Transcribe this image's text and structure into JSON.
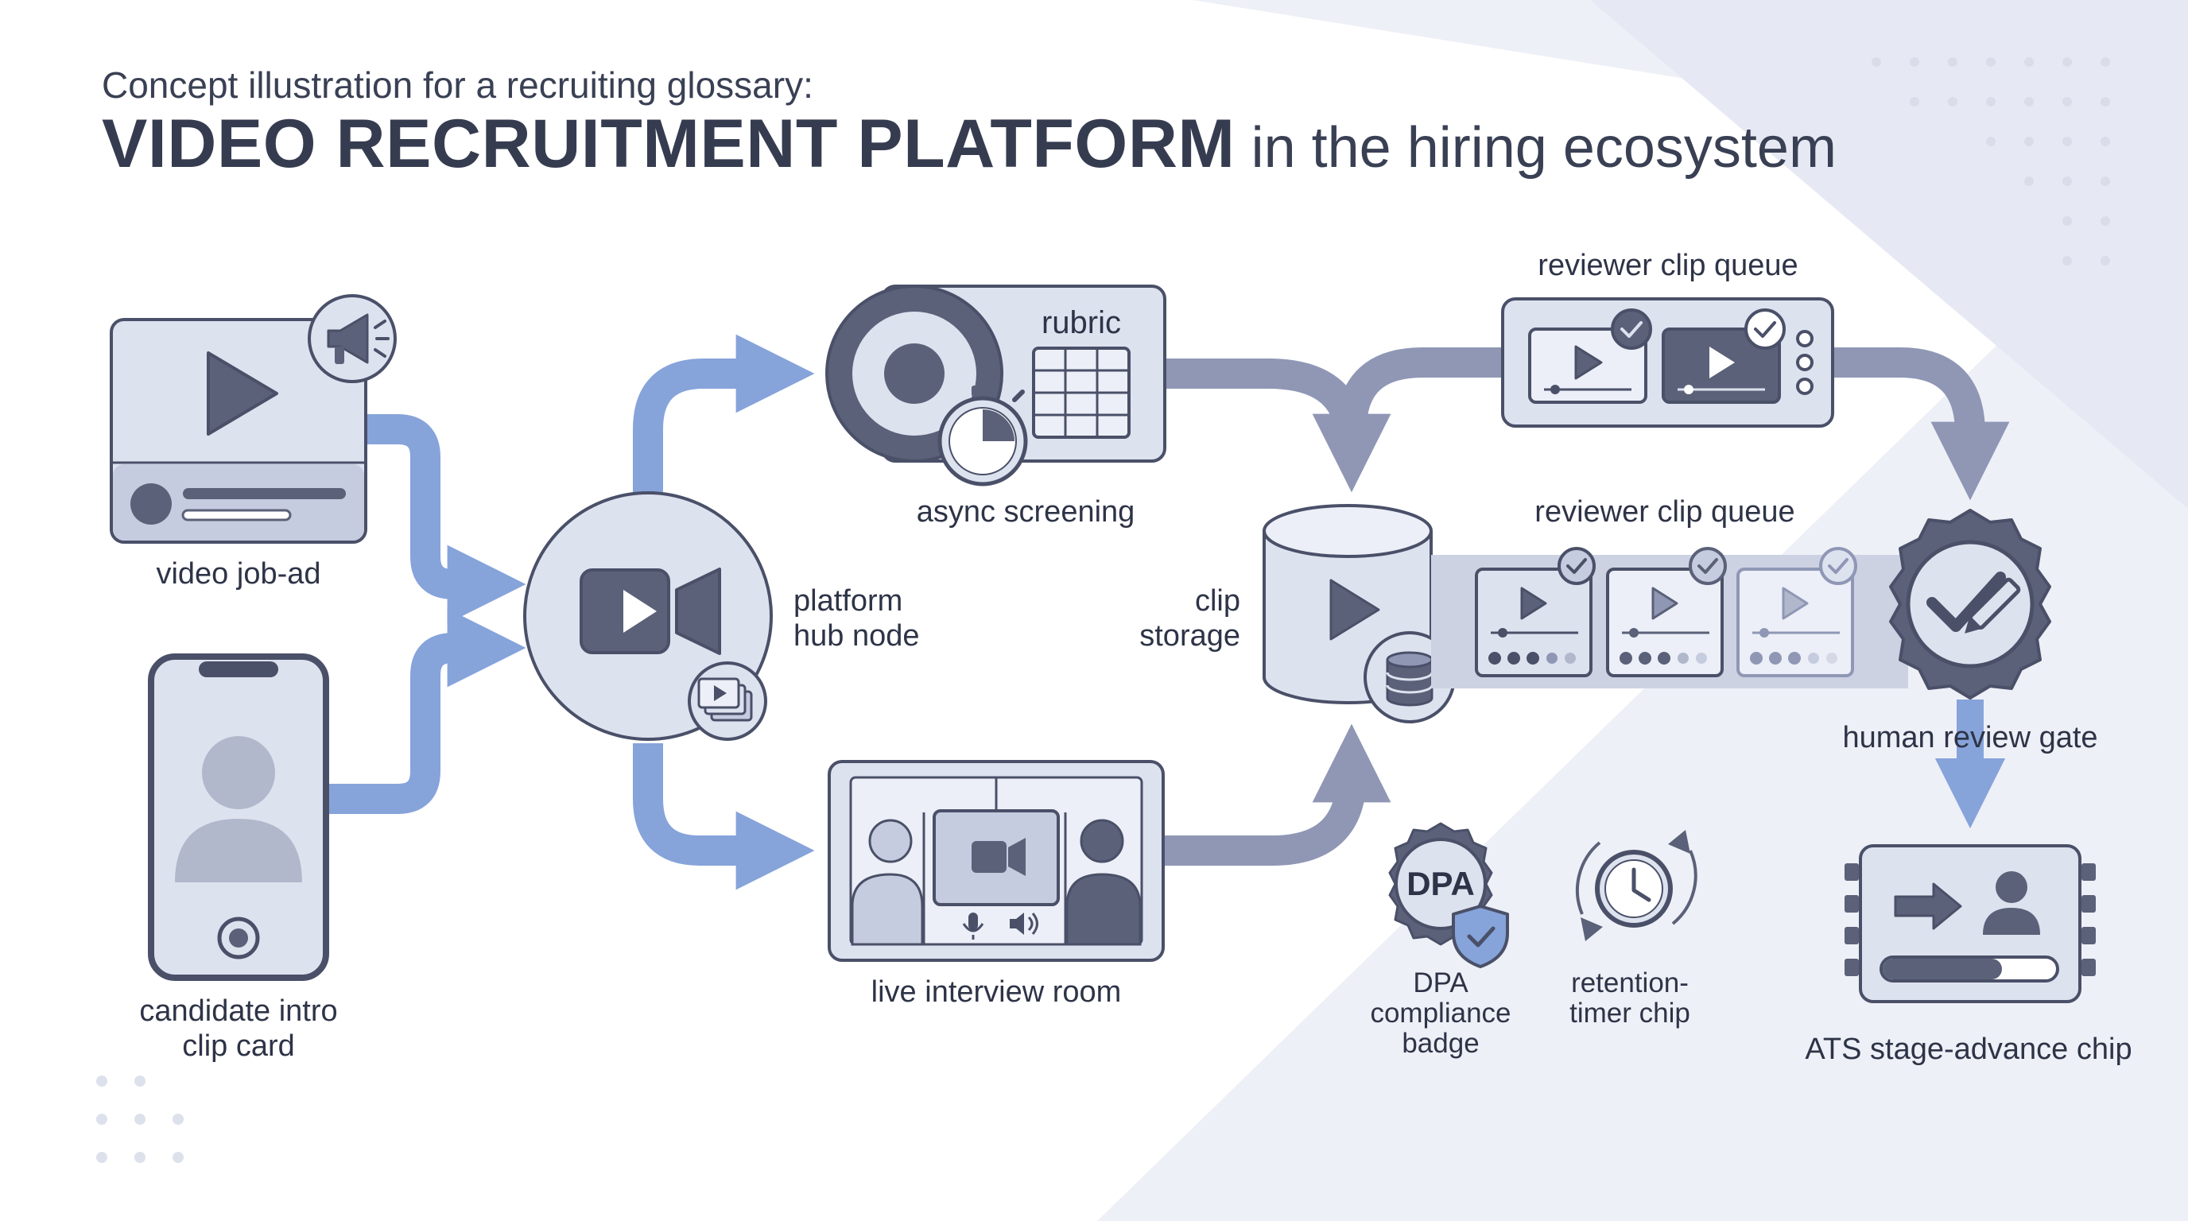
{
  "header": {
    "subtitle": "Concept illustration for a recruiting glossary:",
    "title_strong": "VIDEO RECRUITMENT PLATFORM",
    "title_rest": " in the hiring ecosystem"
  },
  "nodes": {
    "video_job_ad": {
      "line1": "video job-ad"
    },
    "candidate_card": {
      "line1": "candidate intro",
      "line2": "clip card"
    },
    "hub": {
      "line1": "platform",
      "line2": "hub node"
    },
    "async_screening": {
      "label": "async screening",
      "inner": "rubric"
    },
    "live_room": {
      "label": "live interview room"
    },
    "clip_storage": {
      "line1": "clip",
      "line2": "storage"
    },
    "queue_top": {
      "label": "reviewer clip queue"
    },
    "queue_mid": {
      "label": "reviewer clip queue"
    },
    "review_gate": {
      "label": "human review gate"
    },
    "dpa_badge": {
      "inner": "DPA",
      "line1": "DPA",
      "line2": "compliance",
      "line3": "badge"
    },
    "retention_timer": {
      "line1": "retention-",
      "line2": "timer chip"
    },
    "ats_chip": {
      "label": "ATS stage-advance chip"
    }
  },
  "colors": {
    "flow_blue": "#86a3da",
    "flow_gray": "#8f97b5",
    "panel_fill": "#dde2ef",
    "panel_fill_light": "#eceff7",
    "outline": "#4a5068",
    "icon_dark": "#5a6178",
    "background": "#ffffff",
    "background_tint": "#e9ecf5"
  }
}
